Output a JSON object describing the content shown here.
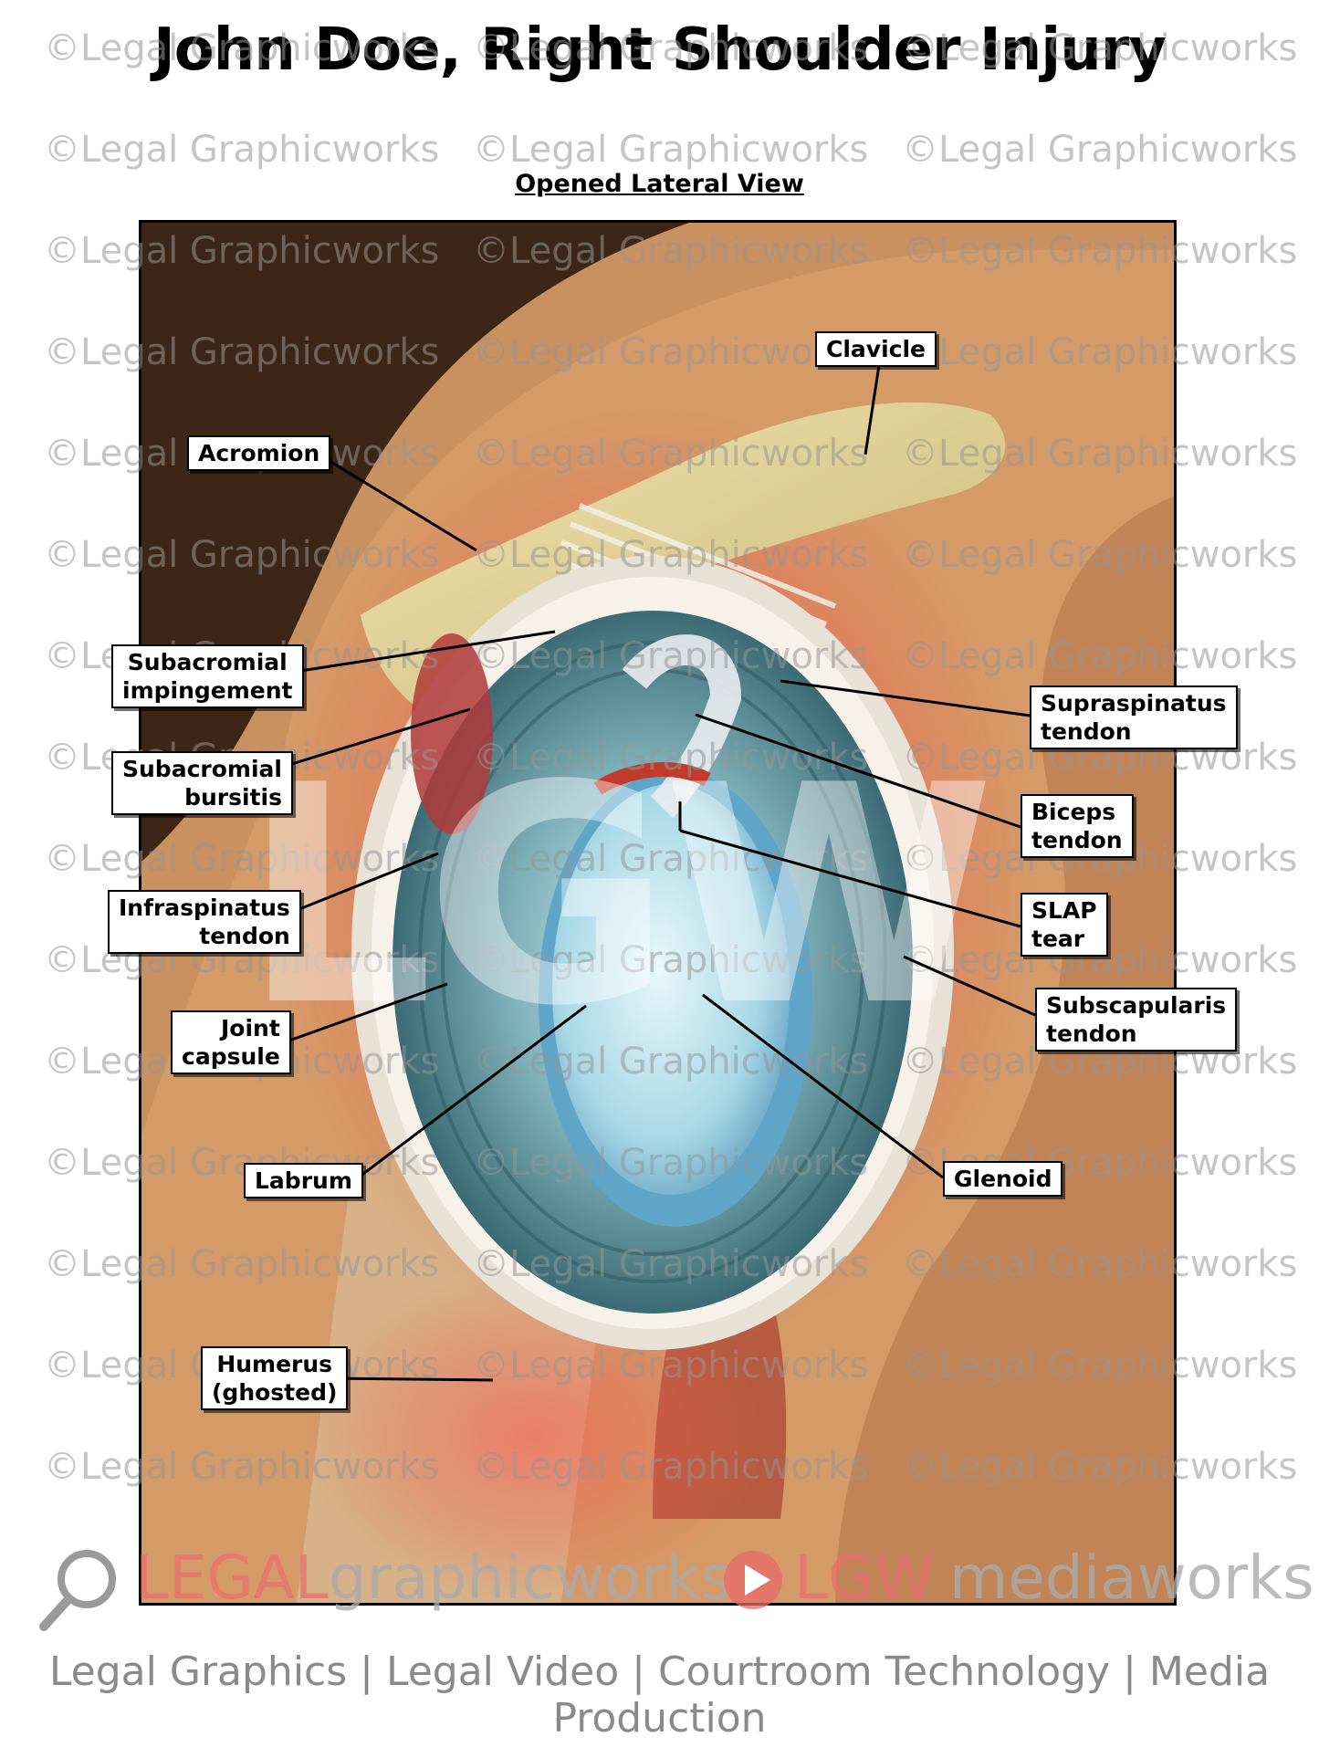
{
  "title": "John Doe, Right Shoulder Injury",
  "subtitle": "Opened Lateral View",
  "watermark_text": "©Legal Graphicworks",
  "overlay_logo_text": "LGW",
  "labels": {
    "clavicle": "Clavicle",
    "acromion": "Acromion",
    "subacromial_impingement": "Subacromial\nimpingement",
    "subacromial_bursitis": "Subacromial\nbursitis",
    "supraspinatus_tendon": "Supraspinatus\ntendon",
    "biceps_tendon": "Biceps\ntendon",
    "slap_tear": "SLAP\ntear",
    "infraspinatus_tendon": "Infraspinatus\ntendon",
    "subscapularis_tendon": "Subscapularis\ntendon",
    "joint_capsule": "Joint\ncapsule",
    "labrum": "Labrum",
    "glenoid": "Glenoid",
    "humerus": "Humerus\n(ghosted)"
  },
  "brand": {
    "legal": "LEGAL",
    "graphicworks": "graphicworks",
    "lgw": "LGW",
    "mediaworks": "mediaworks"
  },
  "tagline": "Legal Graphics | Legal Video | Courtroom Technology | Media Production",
  "colors": {
    "skin": "#c99060",
    "background_dark": "#3d2616",
    "cartilage": "#9fd4e0",
    "brand_red": "#e86a6a"
  }
}
